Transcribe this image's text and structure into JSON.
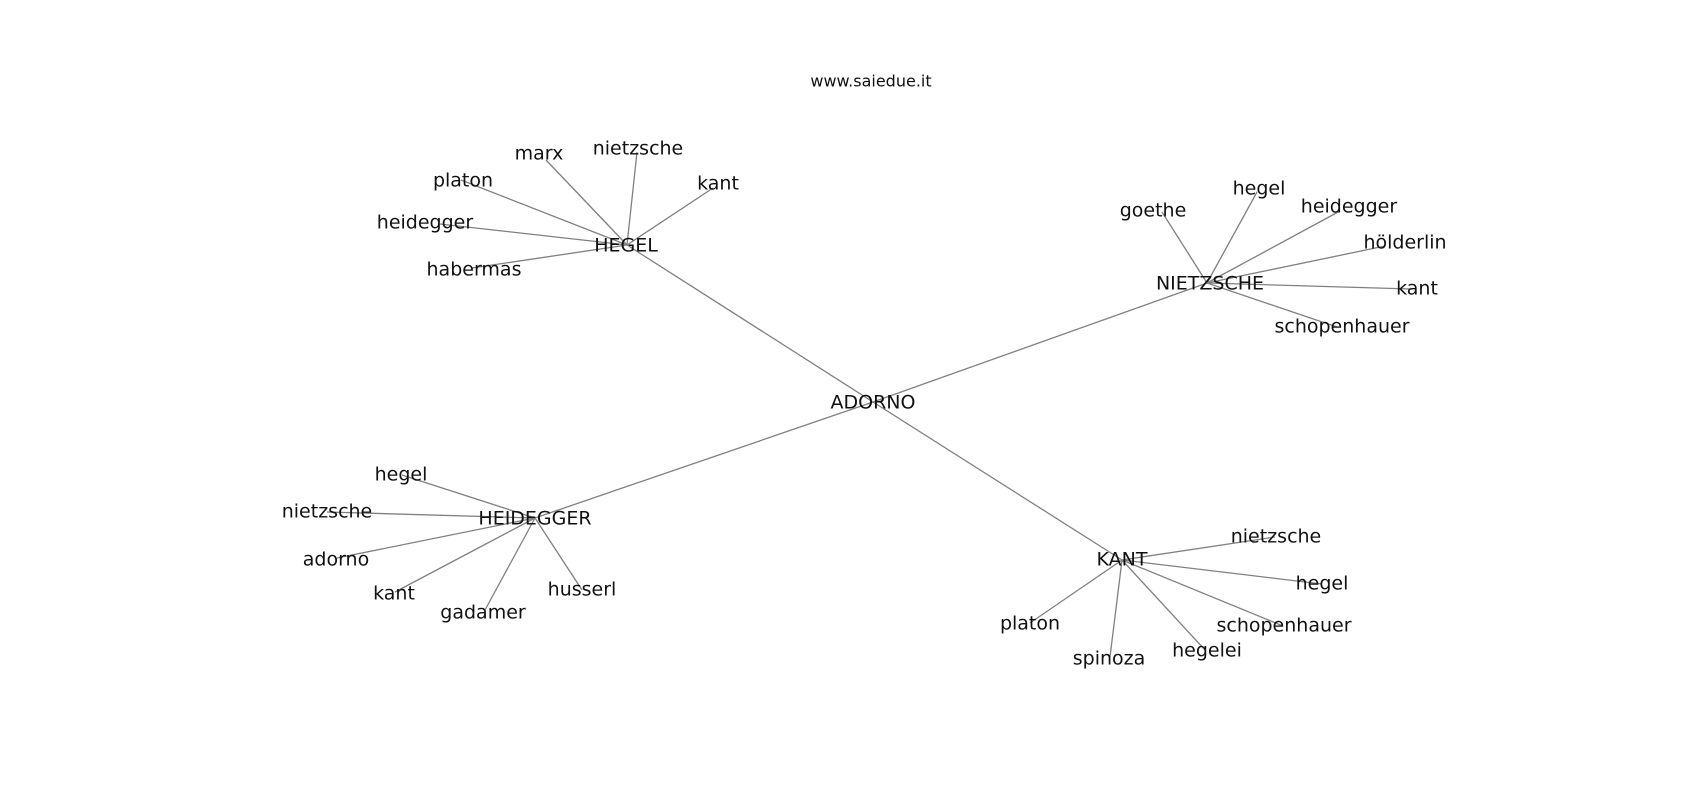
{
  "header": {
    "site": "www.saiedue.it"
  },
  "graph": {
    "center": {
      "label": "ADORNO"
    },
    "hubs": [
      {
        "label": "HEGEL",
        "leaves": [
          "marx",
          "nietzsche",
          "kant",
          "platon",
          "heidegger",
          "habermas"
        ]
      },
      {
        "label": "NIETZSCHE",
        "leaves": [
          "goethe",
          "hegel",
          "heidegger",
          "hölderlin",
          "kant",
          "schopenhauer"
        ]
      },
      {
        "label": "HEIDEGGER",
        "leaves": [
          "hegel",
          "nietzsche",
          "adorno",
          "kant",
          "gadamer",
          "husserl"
        ]
      },
      {
        "label": "KANT",
        "leaves": [
          "nietzsche",
          "hegel",
          "schopenhauer",
          "platon",
          "spinoza",
          "hegelei"
        ]
      }
    ]
  }
}
